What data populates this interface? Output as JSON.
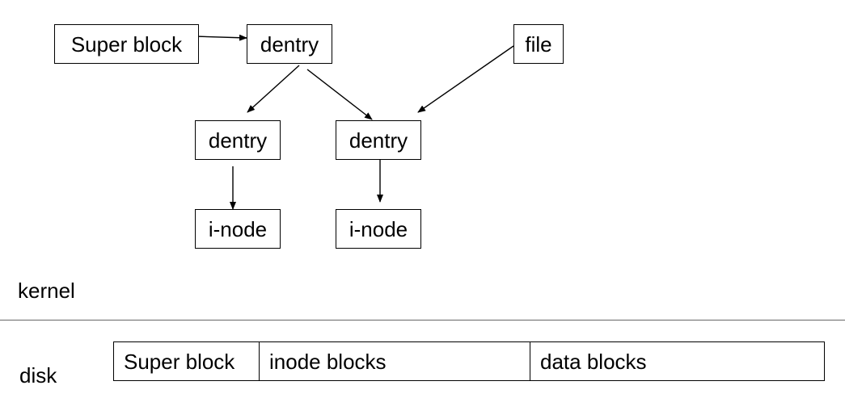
{
  "kernel": {
    "label": "kernel",
    "nodes": {
      "superblock": "Super block",
      "dentry_root": "dentry",
      "file": "file",
      "dentry_left": "dentry",
      "dentry_right": "dentry",
      "inode_left": "i-node",
      "inode_right": "i-node"
    }
  },
  "disk": {
    "label": "disk",
    "segments": [
      "Super block",
      "inode blocks",
      "data blocks"
    ]
  }
}
